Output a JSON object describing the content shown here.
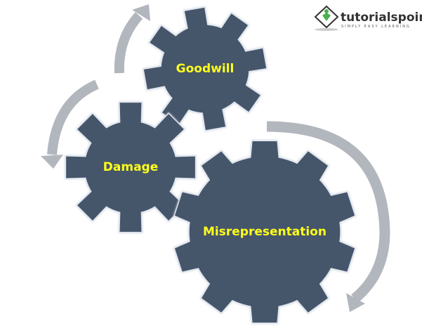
{
  "colors": {
    "gear": "#44546a",
    "arrow": "#b2b6bd",
    "label": "#ffff1a",
    "logo_green": "#4caf50"
  },
  "gears": [
    {
      "name": "goodwill",
      "label": "Goodwill",
      "teeth": 8
    },
    {
      "name": "damage",
      "label": "Damage",
      "teeth": 8
    },
    {
      "name": "misrepresentation",
      "label": "Misrepresentation",
      "teeth": 10
    }
  ],
  "logo": {
    "name": "tutorialspoint",
    "tagline": "SIMPLY EASY LEARNING"
  }
}
